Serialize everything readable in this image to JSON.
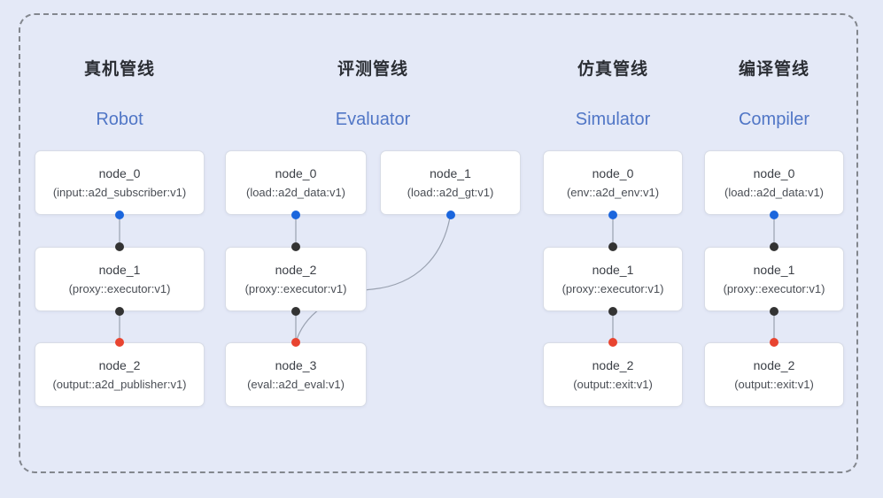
{
  "diagram_title": "pipeline-overview",
  "colors": {
    "background": "#e4e9f7",
    "frame_dash": "#83878e",
    "box_bg": "#ffffff",
    "box_border": "#d8dce6",
    "edge": "#99a1b0",
    "header_cn": "#2b2e34",
    "header_en": "#5076c6",
    "dot_blue": "#1b66dd",
    "dot_black": "#333333",
    "dot_red": "#e84430"
  },
  "pipelines": [
    {
      "id": "robot",
      "title_cn": "真机管线",
      "title_en": "Robot",
      "nodes": [
        {
          "title": "node_0",
          "subtitle": "(input::a2d_subscriber:v1)",
          "row": 0,
          "dots": {
            "bottom": "blue"
          }
        },
        {
          "title": "node_1",
          "subtitle": "(proxy::executor:v1)",
          "row": 1,
          "dots": {
            "top": "black",
            "bottom": "black"
          }
        },
        {
          "title": "node_2",
          "subtitle": "(output::a2d_publisher:v1)",
          "row": 2,
          "dots": {
            "top": "red"
          }
        }
      ],
      "edges": [
        {
          "from": 0,
          "to": 1,
          "style": "straight"
        },
        {
          "from": 1,
          "to": 2,
          "style": "straight"
        }
      ]
    },
    {
      "id": "evaluator",
      "title_cn": "评测管线",
      "title_en": "Evaluator",
      "nodes": [
        {
          "title": "node_0",
          "subtitle": "(load::a2d_data:v1)",
          "row": 0,
          "dots": {
            "bottom": "blue"
          }
        },
        {
          "title": "node_1",
          "subtitle": "(load::a2d_gt:v1)",
          "row": 0,
          "dots": {
            "bottom": "blue"
          }
        },
        {
          "title": "node_2",
          "subtitle": "(proxy::executor:v1)",
          "row": 1,
          "dots": {
            "top": "black",
            "bottom": "black"
          }
        },
        {
          "title": "node_3",
          "subtitle": "(eval::a2d_eval:v1)",
          "row": 2,
          "dots": {
            "top": "red"
          }
        }
      ],
      "edges": [
        {
          "from": 0,
          "to": 2,
          "style": "straight"
        },
        {
          "from": 2,
          "to": 3,
          "style": "straight"
        },
        {
          "from": 1,
          "to": 3,
          "style": "curve"
        }
      ]
    },
    {
      "id": "simulator",
      "title_cn": "仿真管线",
      "title_en": "Simulator",
      "nodes": [
        {
          "title": "node_0",
          "subtitle": "(env::a2d_env:v1)",
          "row": 0,
          "dots": {
            "bottom": "blue"
          }
        },
        {
          "title": "node_1",
          "subtitle": "(proxy::executor:v1)",
          "row": 1,
          "dots": {
            "top": "black",
            "bottom": "black"
          }
        },
        {
          "title": "node_2",
          "subtitle": "(output::exit:v1)",
          "row": 2,
          "dots": {
            "top": "red"
          }
        }
      ],
      "edges": [
        {
          "from": 0,
          "to": 1,
          "style": "straight"
        },
        {
          "from": 1,
          "to": 2,
          "style": "straight"
        }
      ]
    },
    {
      "id": "compiler",
      "title_cn": "编译管线",
      "title_en": "Compiler",
      "nodes": [
        {
          "title": "node_0",
          "subtitle": "(load::a2d_data:v1)",
          "row": 0,
          "dots": {
            "bottom": "blue"
          }
        },
        {
          "title": "node_1",
          "subtitle": "(proxy::executor:v1)",
          "row": 1,
          "dots": {
            "top": "black",
            "bottom": "black"
          }
        },
        {
          "title": "node_2",
          "subtitle": "(output::exit:v1)",
          "row": 2,
          "dots": {
            "top": "red"
          }
        }
      ],
      "edges": [
        {
          "from": 0,
          "to": 1,
          "style": "straight"
        },
        {
          "from": 1,
          "to": 2,
          "style": "straight"
        }
      ]
    }
  ]
}
